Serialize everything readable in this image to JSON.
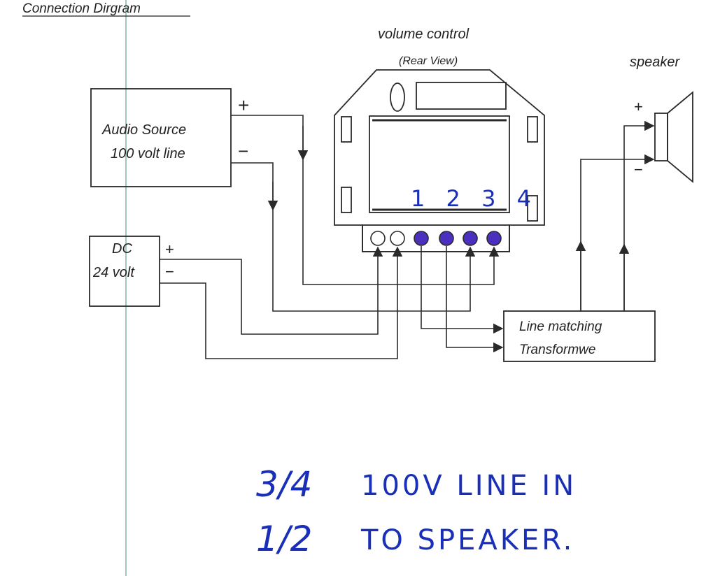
{
  "title": "Connection Dirgram",
  "volume_control": {
    "label": "volume control",
    "sublabel": "(Rear View)",
    "terminal_numbers": "1 2 3 4"
  },
  "speaker": {
    "label": "speaker",
    "plus": "+",
    "minus": "−"
  },
  "audio_source": {
    "line1": "Audio Source",
    "line2": "100 volt line",
    "plus": "+",
    "minus": "−"
  },
  "dc_supply": {
    "line1": "DC",
    "line2": "24 volt",
    "plus": "+",
    "minus": "−"
  },
  "transformer": {
    "line1": "Line matching",
    "line2": "Transformwe"
  },
  "handwritten_notes": {
    "line1_num": "3/4",
    "line1_text": "100V LINE IN",
    "line2_num": "1/2",
    "line2_text": "TO SPEAKER."
  },
  "colors": {
    "ink": "#2a2a2a",
    "pen": "#1a2fb8",
    "terminal_fill": "#4b2fbf",
    "margin_line": "#7fb6a6"
  }
}
